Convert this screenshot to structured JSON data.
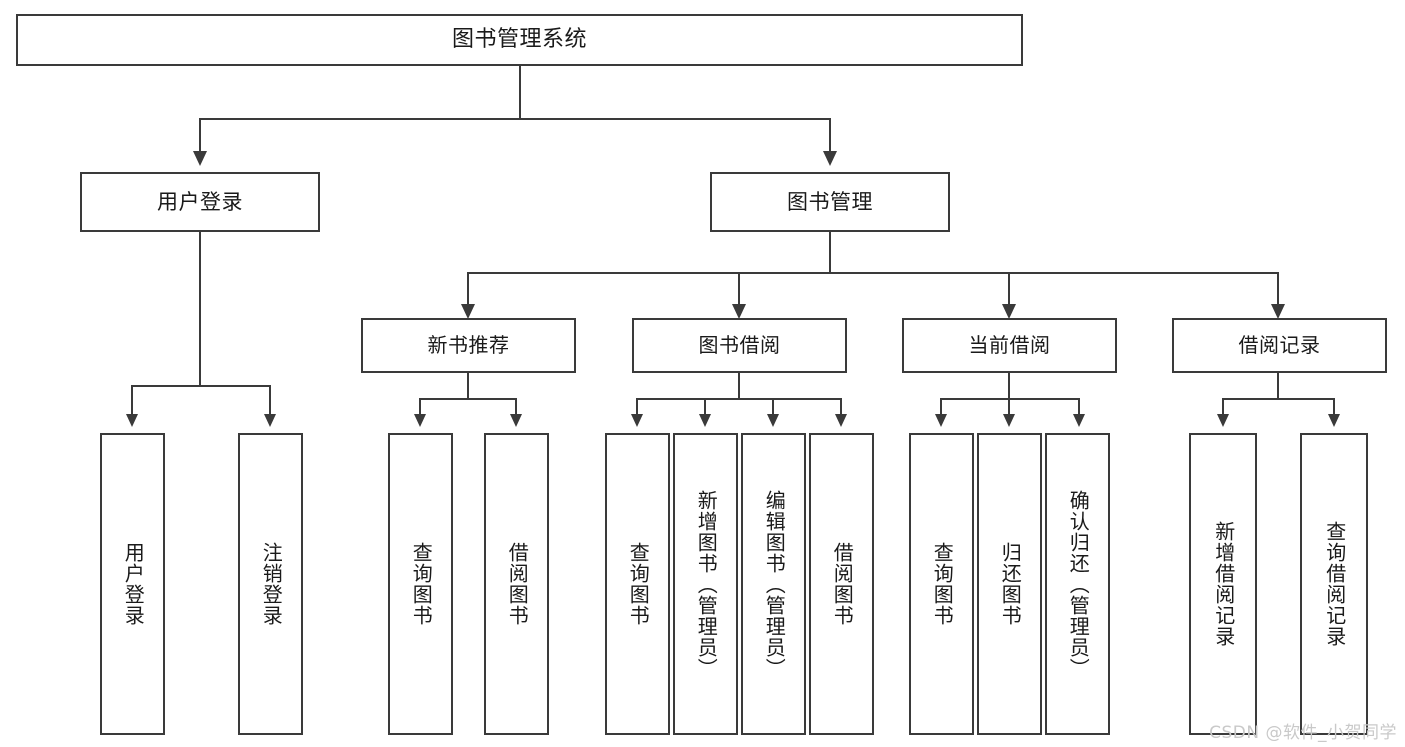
{
  "diagram": {
    "title": "图书管理系统",
    "watermark": "CSDN @软件_小贺同学",
    "root": {
      "label": "图书管理系统"
    },
    "level1": [
      {
        "id": "user-login",
        "label": "用户登录"
      },
      {
        "id": "book-manage",
        "label": "图书管理"
      }
    ],
    "level2": [
      {
        "id": "new-book-recommend",
        "label": "新书推荐"
      },
      {
        "id": "book-borrow",
        "label": "图书借阅"
      },
      {
        "id": "current-borrow",
        "label": "当前借阅"
      },
      {
        "id": "borrow-record",
        "label": "借阅记录"
      }
    ],
    "leaves": {
      "user_login": [
        {
          "id": "leaf-user-login",
          "label": "用户登录"
        },
        {
          "id": "leaf-logout",
          "label": "注销登录"
        }
      ],
      "new_book_recommend": [
        {
          "id": "leaf-query-book-1",
          "label": "查询图书"
        },
        {
          "id": "leaf-borrow-book-1",
          "label": "借阅图书"
        }
      ],
      "book_borrow": [
        {
          "id": "leaf-query-book-2",
          "label": "查询图书"
        },
        {
          "id": "leaf-add-book",
          "label": "新增图书（管理员）"
        },
        {
          "id": "leaf-edit-book",
          "label": "编辑图书（管理员）"
        },
        {
          "id": "leaf-borrow-book-2",
          "label": "借阅图书"
        }
      ],
      "current_borrow": [
        {
          "id": "leaf-query-book-3",
          "label": "查询图书"
        },
        {
          "id": "leaf-return-book",
          "label": "归还图书"
        },
        {
          "id": "leaf-confirm-return",
          "label": "确认归还（管理员）"
        }
      ],
      "borrow_record": [
        {
          "id": "leaf-add-record",
          "label": "新增借阅记录"
        },
        {
          "id": "leaf-query-record",
          "label": "查询借阅记录"
        }
      ]
    },
    "colors": {
      "stroke": "#3a3a3a",
      "background": "#ffffff",
      "text": "#1a1a1a",
      "watermark": "#c9c9c9"
    }
  }
}
